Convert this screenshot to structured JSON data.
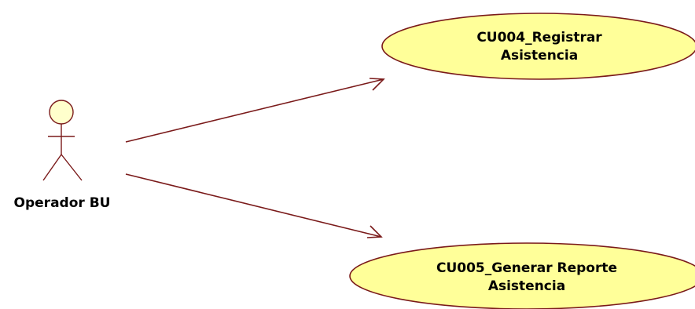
{
  "diagram": {
    "actor": {
      "name": "Operador BU",
      "icon": "stick-figure-actor-icon"
    },
    "use_cases": [
      {
        "id": "CU004",
        "lines": [
          "CU004_Registrar",
          "Asistencia"
        ]
      },
      {
        "id": "CU005",
        "lines": [
          "CU005_Generar Reporte",
          "Asistencia"
        ]
      }
    ],
    "associations": [
      {
        "from": "Operador BU",
        "to": "CU004"
      },
      {
        "from": "Operador BU",
        "to": "CU005"
      }
    ],
    "colors": {
      "line": "#7a1a1a",
      "use_case_fill": "#ffff99",
      "actor_fill": "#ffffcc",
      "text": "#000000"
    }
  }
}
